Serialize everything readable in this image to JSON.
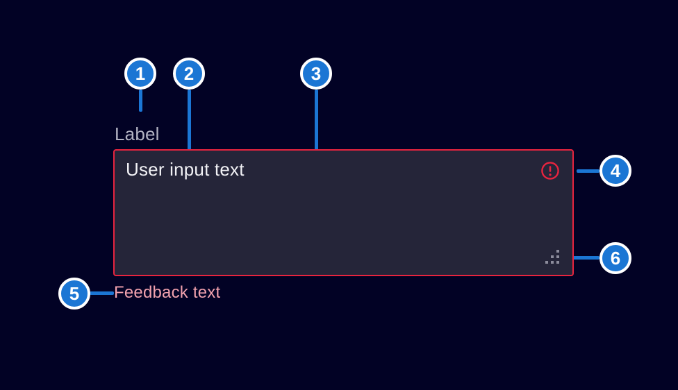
{
  "colors": {
    "background": "#020225",
    "annotation_blue": "#1b76d4",
    "error_red": "#e8243f",
    "textarea_background": "#252539",
    "label_text": "#b2b2c2",
    "input_text": "#f1f1f5",
    "feedback_text": "#f2a2ae",
    "grip_dots": "#8c8c9c"
  },
  "component": {
    "label": "Label",
    "value": "User input text",
    "feedback": "Feedback text",
    "error_icon": "exclamation-circle-icon",
    "resize_icon": "resize-grip-icon"
  },
  "markers": [
    {
      "number": "1"
    },
    {
      "number": "2"
    },
    {
      "number": "3"
    },
    {
      "number": "4"
    },
    {
      "number": "5"
    },
    {
      "number": "6"
    }
  ]
}
